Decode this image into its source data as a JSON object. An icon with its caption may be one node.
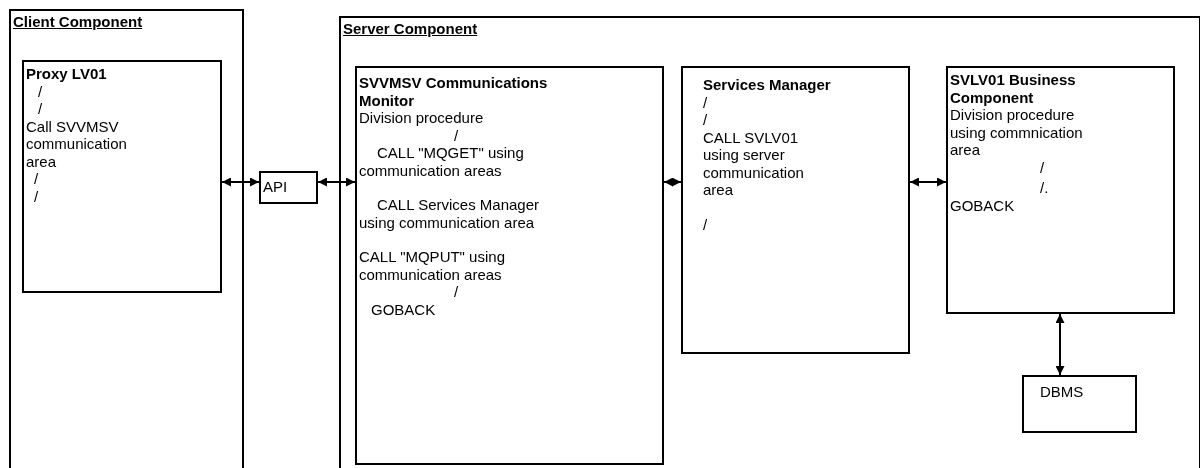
{
  "diagram": {
    "nodes": [
      {
        "text": [
          "Client Component"
        ]
      },
      {
        "text": [
          "Proxy LV01",
          "/",
          "/",
          "Call SVVMSV communication area",
          "/",
          "/"
        ],
        "in": 0
      },
      {
        "text": [
          "API"
        ]
      },
      {
        "text": [
          "Server Component"
        ]
      },
      {
        "text": [
          "SVVMSV Communications Monitor",
          "Division procedure",
          "/",
          "CALL \"MQGET\" using communication areas",
          "CALL Services Manager using communication area",
          "CALL \"MQPUT\" using communication areas",
          "/",
          "GOBACK"
        ],
        "in": 3
      },
      {
        "text": [
          "Services Manager",
          "/",
          "/",
          "CALL SVLV01 using server communication area",
          "/"
        ],
        "in": 3
      },
      {
        "text": [
          "SVLV01 Business Component",
          "Division procedure using commnication area",
          "/",
          "/.",
          "GOBACK"
        ],
        "in": 3
      },
      {
        "text": [
          "DBMS"
        ],
        "in": 3
      }
    ],
    "edges": [
      {
        "from": 1,
        "to": 2,
        "arrow": "both"
      },
      {
        "from": 2,
        "to": 4,
        "arrow": "both"
      },
      {
        "from": 4,
        "to": 5,
        "arrow": "both"
      },
      {
        "from": 5,
        "to": 6,
        "arrow": "both"
      },
      {
        "from": 6,
        "to": 7,
        "arrow": "both"
      }
    ]
  }
}
